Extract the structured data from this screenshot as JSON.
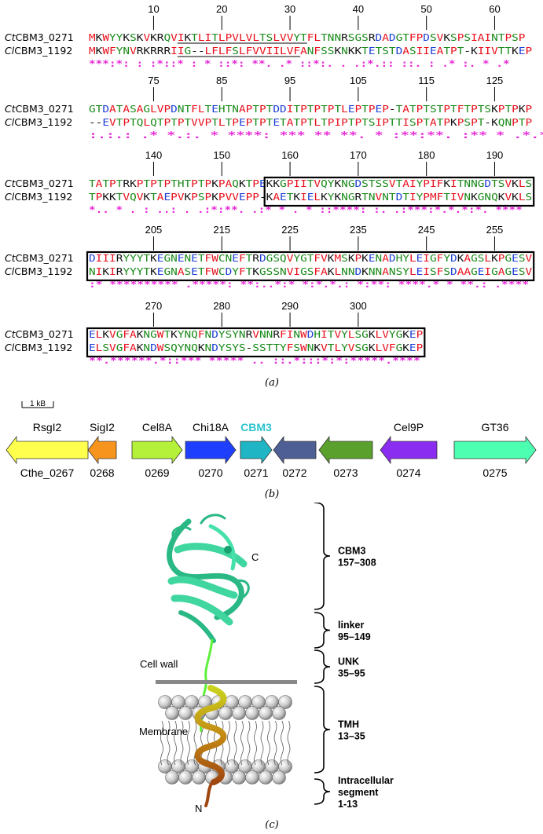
{
  "alignment": {
    "label_prefixes": [
      "Ct",
      "Cl"
    ],
    "label_suffixes": [
      "CBM3_0271",
      "CBM3_1192"
    ],
    "blocks": [
      {
        "ticks": [
          "10",
          "20",
          "30",
          "40",
          "50",
          "60"
        ],
        "seq1": "MKWYYKSKVKRQVIKTLITLPVLVLTSLVVYTFLTNNRSGSRDADGTFPDSVKSPSIAINTPSP",
        "seq2": "MKWFYNVRKRRRIIG--LFLFSLFVVIILVFANFSSKNKKTETSTDASIIEATPT-KIIVTTKEP",
        "cons": "***:*: : :*::*   : *  ::*:  **. .* ::*:. . .:*.:: ::. : .* :. * .*"
      },
      {
        "ticks": [
          "75",
          "85",
          "95",
          "105",
          "115",
          "125"
        ],
        "seq1": "GTDATASAGLVPDNTFLTEHTNAPTPTDDITPTPTPTLEPTPEP-TATPTSTPTFTPTSKPTPKP",
        "seq2": "--EVTPTQLQTPTPTVVPTLTPEPTPTETATPTLTPIPTPTSIPTTISPTATPKPSPT-KQNPTP",
        "cons": "  :.:.:     .*   *.:.   *   ****:    *** **     **. * :**:**. :** * .*.*"
      },
      {
        "ticks": [
          "140",
          "150",
          "160",
          "170",
          "180",
          "190"
        ],
        "seq1": "TATPTRKPTPTPTHTPTPKPAQKTPEKKGPIITVQYKNGDSTSSVTAIYPIFKITNNGDTSVKLS",
        "seq2": "TPKKTVQVKTAEPVKPSPKPVVEPP-KAETKIELKYKNGRTNVNTDTIYPMFTIVNKGNQKVKLS",
        "cons": "*.. *  . : ..: . .:*:**. .:* *  . * ::****: :.  .:***:*.*.*:*.  ****"
      },
      {
        "ticks": [
          "205",
          "215",
          "225",
          "235",
          "245",
          "255"
        ],
        "seq1": "DIIIRYYYTKEGNENETFWCNEFTRDGSQVYGTFVKMSKPKENADHYLEIGFYDKAGSLKPGESV",
        "seq2": "NIKIRYYYTKEGNASETFWCDYFTKGSSNVIGSFAKLNNDKNNANSYLEISFSDAAGEIGAGESV",
        "cons": ":* **********  .*****: **:..*:* *:*.*.:  *:**:  ****.* *  **.:  .****"
      },
      {
        "ticks": [
          "270",
          "280",
          "290",
          "300"
        ],
        "seq1": "ELKVGFAKNGWTKYNQFNDYSYNRVNNRFINWDHITVYLSGKLVYGKEP",
        "seq2": "ELSVGFAKNDWSQYNQKNDYSYS-SSTTYFSWNKVTLYVSGKLVFGKEP",
        "cons": "**.******.*::*** *****     ..  ::.*:::*:*:*****.****"
      }
    ],
    "panel_label": "(a)"
  },
  "gene_map": {
    "scale_label": "1 kB",
    "genes": [
      {
        "name": "RsgI2",
        "id": "Cthe_0267",
        "color": "#ffff4d",
        "dir": "left"
      },
      {
        "name": "SigI2",
        "id": "0268",
        "color": "#f7941d",
        "dir": "left"
      },
      {
        "name": "Cel8A",
        "id": "0269",
        "color": "#b5f03a",
        "dir": "right"
      },
      {
        "name": "Chi18A",
        "id": "0270",
        "color": "#1f3fff",
        "dir": "right"
      },
      {
        "name": "CBM3",
        "id": "0271",
        "color": "#1fb5c4",
        "dir": "right"
      },
      {
        "name": "",
        "id": "0272",
        "color": "#4e5f96",
        "dir": "left"
      },
      {
        "name": "",
        "id": "0273",
        "color": "#5aa02c",
        "dir": "left"
      },
      {
        "name": "Cel9P",
        "id": "0274",
        "color": "#8b2df0",
        "dir": "left"
      },
      {
        "name": "GT36",
        "id": "0275",
        "color": "#4dffb0",
        "dir": "right"
      }
    ],
    "highlight_color": "#2ec4cf",
    "panel_label": "(b)"
  },
  "structure": {
    "c_label": "C",
    "n_label": "N",
    "cell_wall_label": "Cell wall",
    "membrane_label": "Membrane",
    "domains": [
      {
        "name": "CBM3",
        "range": "157–308"
      },
      {
        "name": "linker",
        "range": "95–149"
      },
      {
        "name": "UNK",
        "range": "35–95"
      },
      {
        "name": "TMH",
        "range": "13–35"
      },
      {
        "name": "Intracellular segment",
        "range": "1-13"
      }
    ],
    "domain_lines": [
      [
        "CBM3",
        "157–308"
      ],
      [
        "linker",
        "95–149"
      ],
      [
        "UNK",
        "35–95"
      ],
      [
        "TMH",
        "13–35"
      ],
      [
        "Intracellular",
        "segment",
        "1-13"
      ]
    ],
    "panel_label": "(c)"
  },
  "colors": {
    "red": "#e8101c",
    "green": "#1a8a1a",
    "blue": "#1c3fd6",
    "black": "#111111",
    "magenta": "#e82ad8",
    "ribbon": "#3fd6a0",
    "linker": "#5ef03a"
  }
}
